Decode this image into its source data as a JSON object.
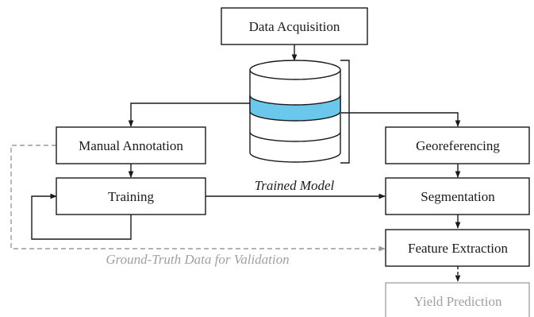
{
  "nodes": {
    "data_acquisition": "Data Acquisition",
    "manual_annotation": "Manual Annotation",
    "training": "Training",
    "georeferencing": "Georeferencing",
    "segmentation": "Segmentation",
    "feature_extraction": "Feature Extraction",
    "yield_prediction": "Yield Prediction"
  },
  "edge_labels": {
    "trained_model": "Trained Model",
    "ground_truth": "Ground-Truth Data for Validation"
  },
  "colors": {
    "database_band": "#6cc8ea",
    "inactive": "#a0a0a0"
  }
}
